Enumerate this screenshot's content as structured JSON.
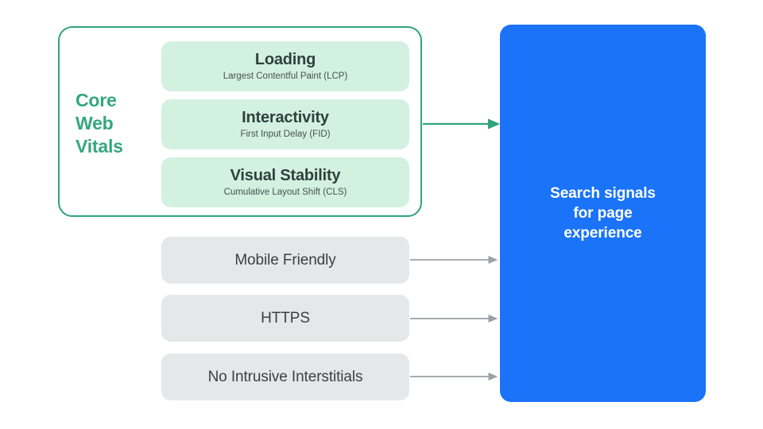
{
  "diagram": {
    "title_hidden": "",
    "colors": {
      "accent_green": "#34A77F",
      "group_border_green": "#2FA37C",
      "chip_bg_green": "#D3F1E0",
      "chip_title_text": "#2E4040",
      "chip_sub_text": "#44514F",
      "gray_box_bg": "#E6E7E8",
      "gray_box_text": "#3C4043",
      "blue_box_bg": "#1A73F8",
      "blue_box_text": "#FFFFFF",
      "gray_arrow": "#9AA0A6",
      "green_arrow": "#2FA37C",
      "page_bg": "#FFFFFF"
    }
  },
  "core_web_vitals": {
    "label_lines": [
      "Core",
      "Web",
      "Vitals"
    ],
    "label_full": "Core Web Vitals",
    "metrics": [
      {
        "title": "Loading",
        "subtitle": "Largest Contentful Paint (LCP)",
        "abbr": "LCP"
      },
      {
        "title": "Interactivity",
        "subtitle": "First Input Delay (FID)",
        "abbr": "FID"
      },
      {
        "title": "Visual Stability",
        "subtitle": "Cumulative Layout Shift (CLS)",
        "abbr": "CLS"
      }
    ]
  },
  "other_signals": [
    {
      "label": "Mobile Friendly"
    },
    {
      "label": "HTTPS"
    },
    {
      "label": "No Intrusive Interstitials"
    }
  ],
  "target": {
    "lines": [
      "Search signals",
      "for page",
      "experience"
    ],
    "full_text": "Search signals for page experience"
  },
  "connectors": [
    {
      "name": "core-web-vitals-arrow",
      "color": "#2FA37C",
      "from": "core-web-vitals-group",
      "to": "search-signals-box"
    },
    {
      "name": "mobile-friendly-arrow",
      "color": "#9AA0A6",
      "from": "mobile-friendly-box",
      "to": "search-signals-box"
    },
    {
      "name": "https-arrow",
      "color": "#9AA0A6",
      "from": "https-box",
      "to": "search-signals-box"
    },
    {
      "name": "no-intrusive-interstitials-arrow",
      "color": "#9AA0A6",
      "from": "no-intrusive-interstitials-box",
      "to": "search-signals-box"
    }
  ]
}
